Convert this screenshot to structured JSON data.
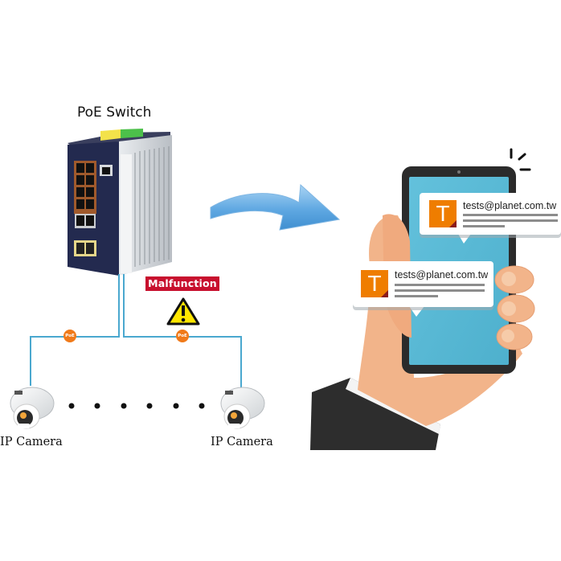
{
  "switch": {
    "title": "PoE Switch"
  },
  "alert": {
    "badge_label": "Malfunction",
    "icon": "warning-triangle-icon"
  },
  "cables": {
    "poe_badge_label": "PoE",
    "color": "#4aa8cf"
  },
  "cameras": [
    {
      "label": "IP Camera"
    },
    {
      "label": "IP Camera"
    }
  ],
  "ellipsis_dot_count": 6,
  "arrow": {
    "icon": "curved-arrow-right-icon",
    "color": "#5aa7e0"
  },
  "phone": {
    "screen_color": "#5bbad5",
    "notifications": [
      {
        "avatar_letter": "T",
        "sender": "tests@planet.com.tw"
      },
      {
        "avatar_letter": "T",
        "sender": "tests@planet.com.tw"
      }
    ]
  },
  "colors": {
    "malfunction": "#c8102e",
    "poe_badge": "#f07a1a",
    "avatar": "#ef7d00",
    "switch_body": "#232a4f",
    "warning": "#ffe600"
  }
}
